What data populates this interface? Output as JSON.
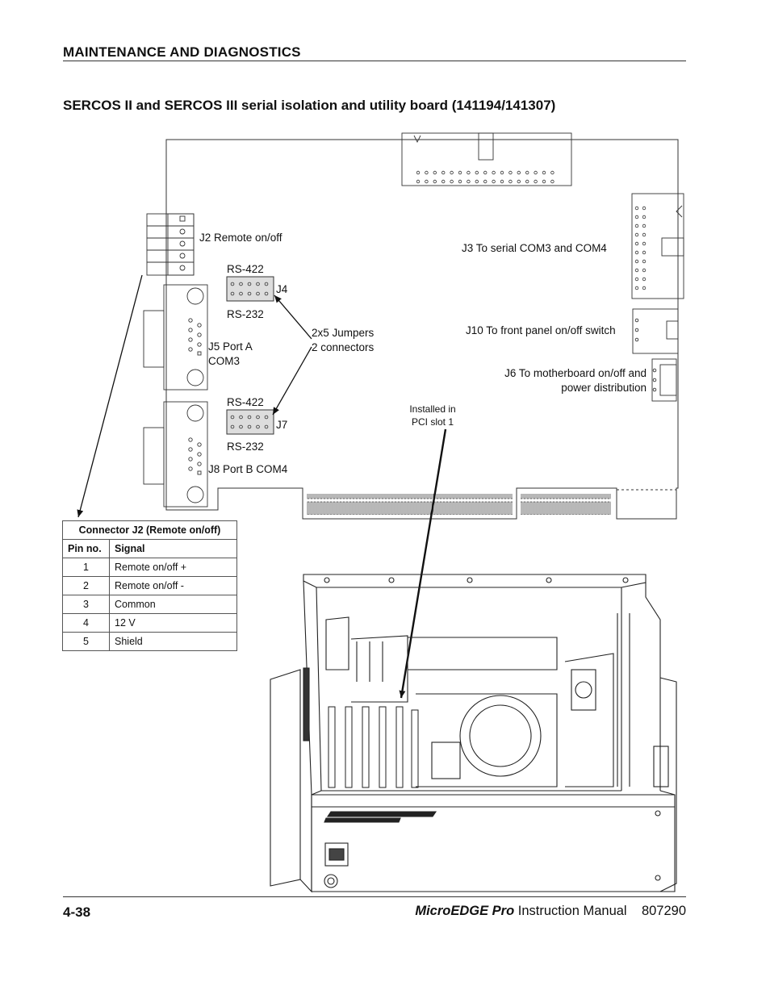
{
  "header": {
    "section": "MAINTENANCE AND DIAGNOSTICS"
  },
  "title": "SERCOS II and SERCOS III serial isolation and utility board (141194/141307)",
  "labels": {
    "j2": "J2 Remote on/off",
    "j3": "J3 To serial COM3 and COM4",
    "rs422_a": "RS-422",
    "j4": "J4",
    "rs232_a": "RS-232",
    "jumpers_1": "2x5 Jumpers",
    "jumpers_2": "2 connectors",
    "j5_1": "J5 Port A",
    "j5_2": "COM3",
    "j10": "J10 To front panel on/off switch",
    "j6_1": "J6 To motherboard on/off and",
    "j6_2": "power distribution",
    "installed_1": "Installed in",
    "installed_2": "PCI slot 1",
    "rs422_b": "RS-422",
    "j7": "J7",
    "rs232_b": "RS-232",
    "j8": "J8 Port B COM4"
  },
  "table": {
    "caption": "Connector J2 (Remote on/off)",
    "headers": [
      "Pin no.",
      "Signal"
    ],
    "rows": [
      {
        "pin": "1",
        "signal": "Remote on/off +"
      },
      {
        "pin": "2",
        "signal": "Remote on/off -"
      },
      {
        "pin": "3",
        "signal": "Common"
      },
      {
        "pin": "4",
        "signal": "12 V"
      },
      {
        "pin": "5",
        "signal": "Shield"
      }
    ]
  },
  "footer": {
    "page": "4-38",
    "product": "MicroEDGE Pro",
    "manual": " Instruction Manual",
    "part": "807290"
  }
}
